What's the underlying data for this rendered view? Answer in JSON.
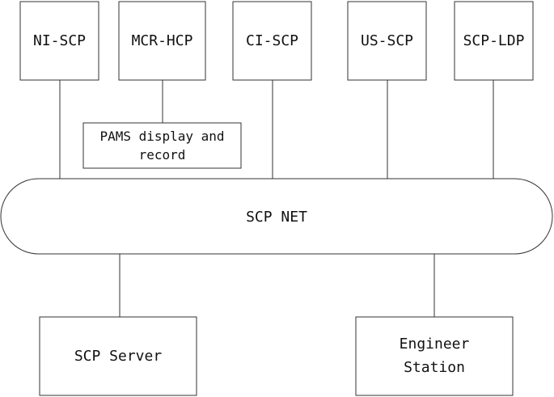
{
  "nodes": {
    "ni_scp": "NI-SCP",
    "mcr_hcp": "MCR-HCP",
    "ci_scp": "CI-SCP",
    "us_scp": "US-SCP",
    "scp_ldp": "SCP-LDP",
    "pams": [
      "PAMS display and",
      "record"
    ],
    "scp_net": "SCP NET",
    "scp_server": "SCP Server",
    "engineer_station": [
      "Engineer",
      "Station"
    ]
  },
  "colors": {
    "stroke": "#333333",
    "text": "#111111",
    "background": "#ffffff"
  }
}
